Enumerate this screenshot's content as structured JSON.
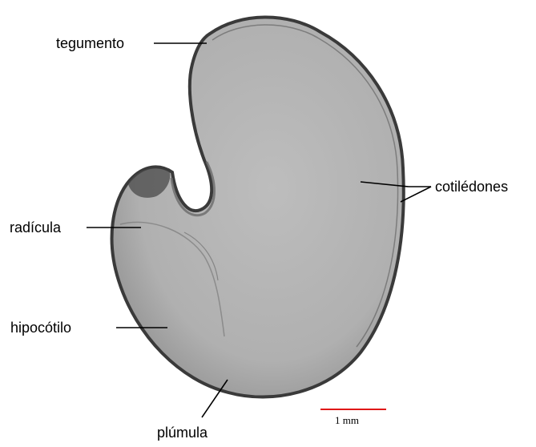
{
  "labels": {
    "tegumento": "tegumento",
    "cotiledones": "cotilédones",
    "radicula": "radícula",
    "hipocotilo": "hipocótilo",
    "plumula": "plúmula"
  },
  "scale_bar": {
    "text": "1 mm",
    "color": "#e01818"
  },
  "colors": {
    "seed_fill": "#b4b4b4",
    "seed_outline": "#3a3a3a",
    "leader_line": "#000000"
  }
}
